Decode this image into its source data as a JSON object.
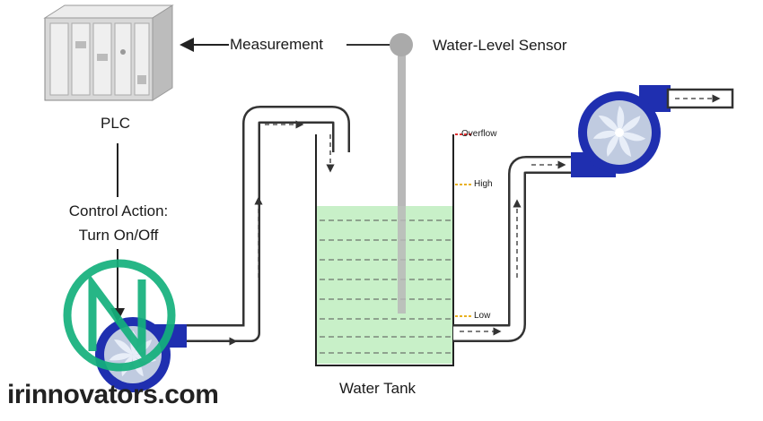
{
  "labels": {
    "measurement": "Measurement",
    "water_level_sensor": "Water-Level Sensor",
    "plc": "PLC",
    "control_action_line1": "Control Action:",
    "control_action_line2": "Turn On/Off",
    "water_tank": "Water Tank",
    "level_overflow": "Overflow",
    "level_high": "High",
    "level_low": "Low"
  },
  "watermark": {
    "text": "irinnovators.com"
  },
  "colors": {
    "water": "#c8f0c8",
    "pump_blue": "#1f2fb0",
    "pipe_outline": "#333333",
    "overflow_marker": "#e03030",
    "high_low_marker": "#e8b020",
    "sensor_gray": "#b0b0b0",
    "logo_green": "#14b07c"
  },
  "icons": {
    "plc": "plc-rack-icon",
    "sensor": "water-level-sensor-icon",
    "pump": "centrifugal-pump-icon",
    "logo": "irinnovators-logo-icon"
  }
}
